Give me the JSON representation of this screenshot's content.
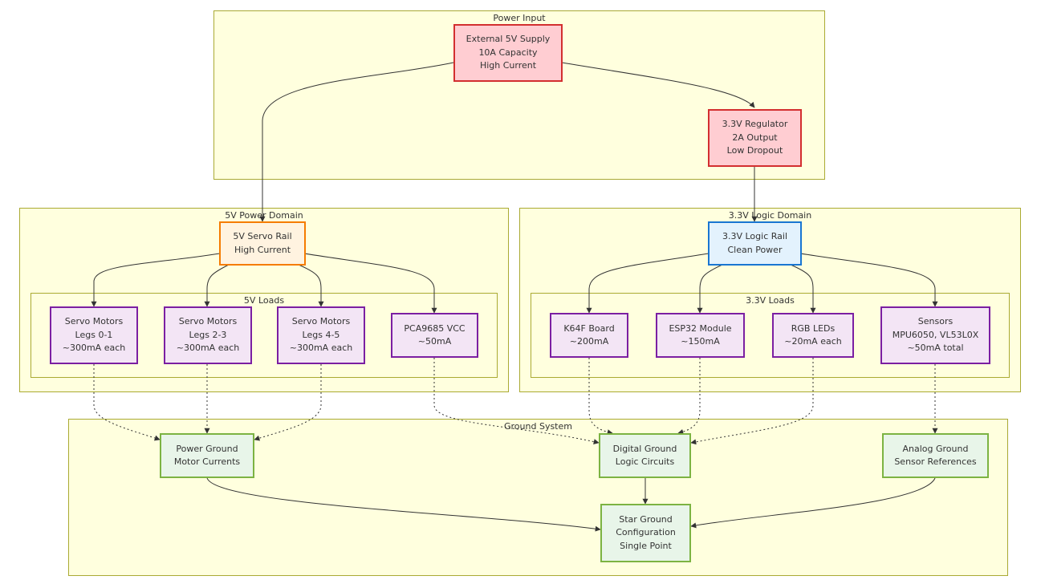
{
  "clusters": {
    "power_input": "Power Input",
    "domain_5v": "5V Power Domain",
    "domain_33v": "3.3V Logic Domain",
    "loads_5v": "5V Loads",
    "loads_33v": "3.3V Loads",
    "ground_system": "Ground System"
  },
  "nodes": {
    "ext_supply": [
      "External 5V Supply",
      "10A Capacity",
      "High Current"
    ],
    "regulator": [
      "3.3V Regulator",
      "2A Output",
      "Low Dropout"
    ],
    "servo_rail": [
      "5V Servo Rail",
      "High Current"
    ],
    "logic_rail": [
      "3.3V Logic Rail",
      "Clean Power"
    ],
    "servo_01": [
      "Servo Motors",
      "Legs 0-1",
      "~300mA each"
    ],
    "servo_23": [
      "Servo Motors",
      "Legs 2-3",
      "~300mA each"
    ],
    "servo_45": [
      "Servo Motors",
      "Legs 4-5",
      "~300mA each"
    ],
    "pca9685": [
      "PCA9685 VCC",
      "~50mA"
    ],
    "k64f": [
      "K64F Board",
      "~200mA"
    ],
    "esp32": [
      "ESP32 Module",
      "~150mA"
    ],
    "rgb": [
      "RGB LEDs",
      "~20mA each"
    ],
    "sensors": [
      "Sensors",
      "MPU6050, VL53L0X",
      "~50mA total"
    ],
    "power_ground": [
      "Power Ground",
      "Motor Currents"
    ],
    "digital_ground": [
      "Digital Ground",
      "Logic Circuits"
    ],
    "analog_ground": [
      "Analog Ground",
      "Sensor References"
    ],
    "star_ground": [
      "Star Ground",
      "Configuration",
      "Single Point"
    ]
  },
  "colors": {
    "cluster_fill": "#ffffde",
    "cluster_border": "#aaaa33",
    "supply_fill": "#ffcdd2",
    "supply_border": "#d32f2f",
    "rail5_fill": "#fff3e0",
    "rail5_border": "#f57c00",
    "rail33_fill": "#e3f2fd",
    "rail33_border": "#1976d2",
    "load_fill": "#f3e5f5",
    "load_border": "#7b1fa2",
    "ground_fill": "#e8f5e9",
    "ground_border": "#7cb342",
    "edge": "#333333"
  }
}
